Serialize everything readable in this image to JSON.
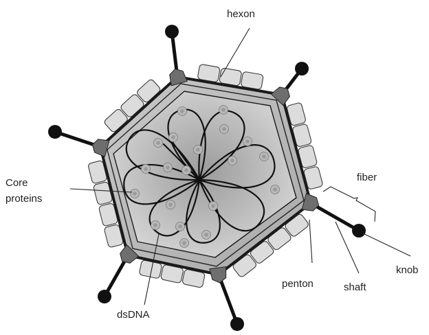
{
  "diagram": {
    "labels": {
      "hexon": "hexon",
      "fiber": "fiber",
      "core_line1": "Core",
      "core_line2": "proteins",
      "knob": "knob",
      "shaft": "shaft",
      "penton": "penton",
      "dsdna": "dsDNA"
    },
    "colors": {
      "capsomer_fill": "#dcdcdc",
      "outline": "#1a1a1a",
      "inner_gradient_center": "#9c9c9c",
      "inner_gradient_edge": "#d9d9d9",
      "penton_fill": "#6e6e6e",
      "fiber": "#111111"
    }
  }
}
